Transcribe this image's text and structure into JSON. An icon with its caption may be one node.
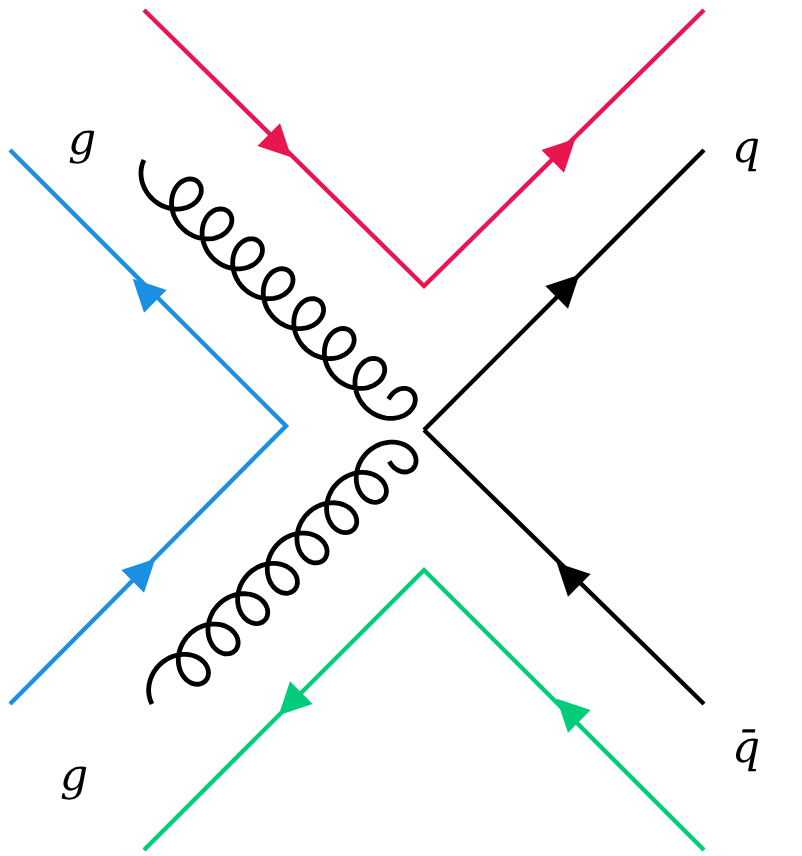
{
  "diagram": {
    "labels": [
      "g",
      "q",
      "q̄",
      "g"
    ]
  }
}
